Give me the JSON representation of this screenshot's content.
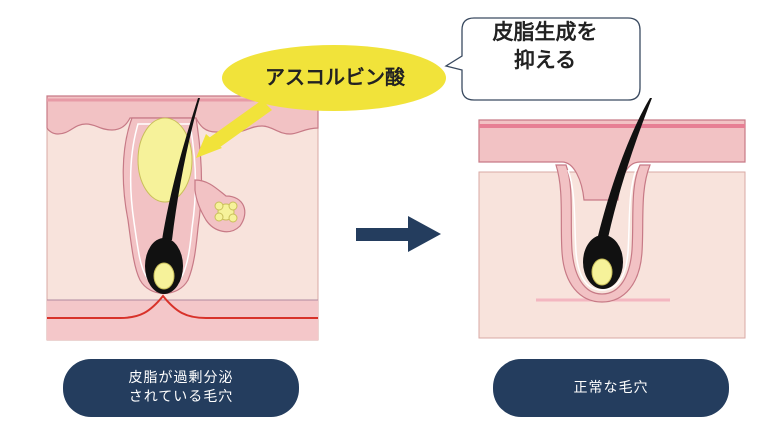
{
  "labels": {
    "left_pill": [
      "皮脂が過剰分泌",
      "されている毛穴"
    ],
    "right_pill": "正常な毛穴",
    "yellow_bubble": "アスコルビン酸",
    "white_bubble": [
      "皮脂生成を",
      "抑える"
    ]
  },
  "colors": {
    "navy": "#243d5e",
    "skin_pink": "#f2c2c4",
    "skin_edge": "#c77a86",
    "dermis": "#f8e3dc",
    "sebum_yellow": "#f6f29a",
    "bubble_yellow": "#f1e33a",
    "hair": "#111111",
    "red_line": "#d8322a"
  }
}
